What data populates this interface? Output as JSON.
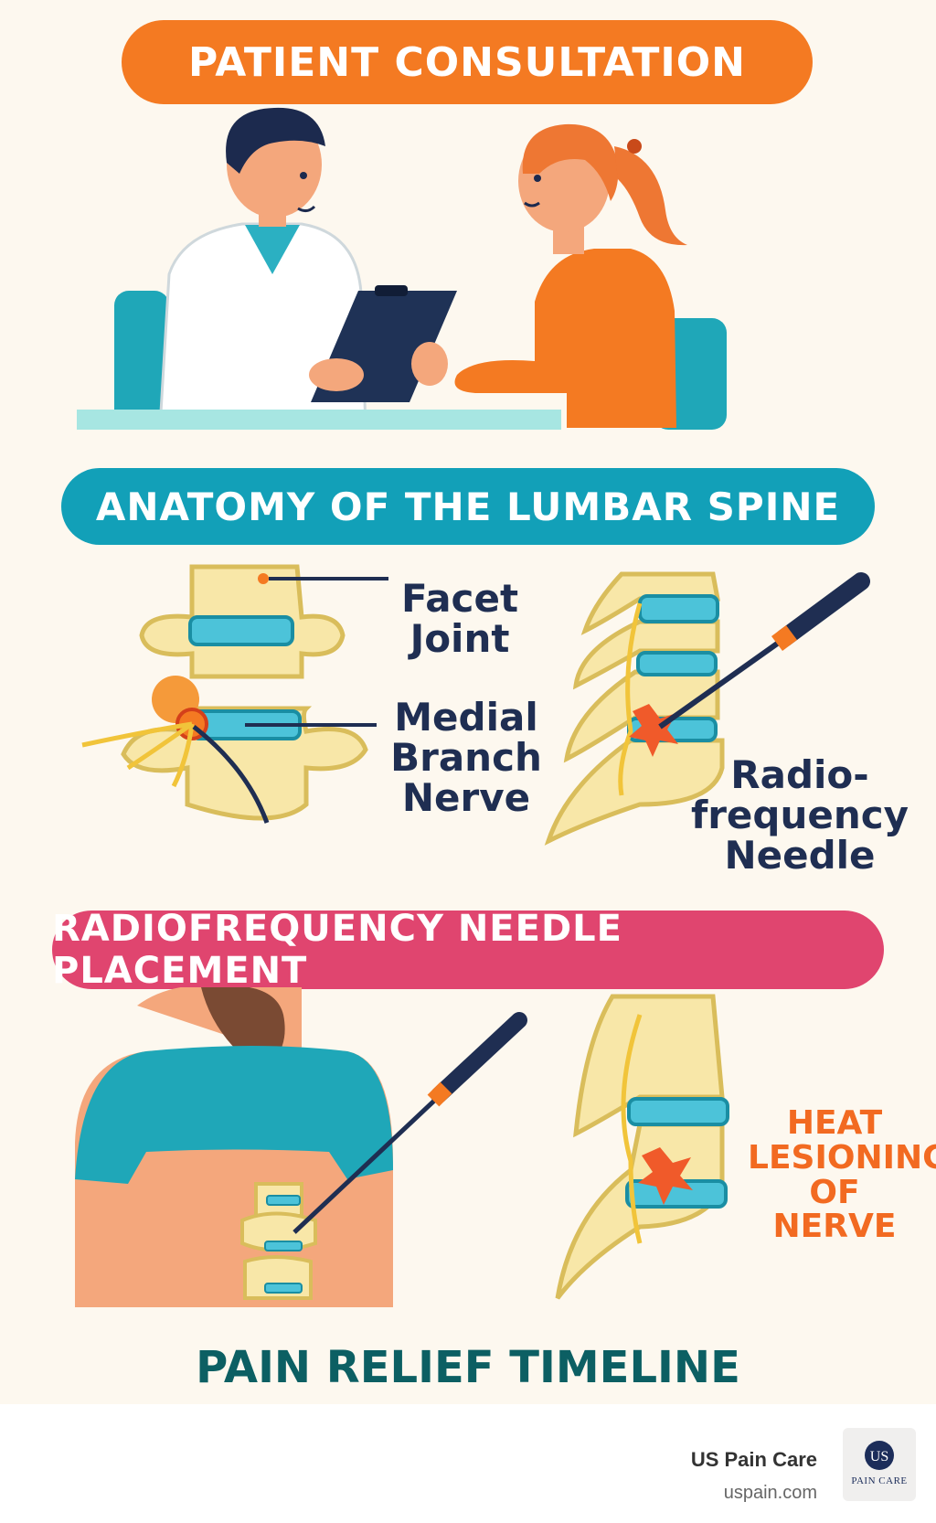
{
  "sections": {
    "consultation_title": "PATIENT CONSULTATION",
    "anatomy_title": "ANATOMY OF THE LUMBAR SPINE",
    "placement_title": "RADIOFREQUENCY NEEDLE PLACEMENT",
    "timeline_title": "PAIN RELIEF TIMELINE"
  },
  "labels": {
    "facet_joint": "Facet Joint",
    "medial_branch_nerve": "Medial Branch Nerve",
    "rf_needle": "Radio- frequency Needle",
    "heat_lesioning": "HEAT LESIONING OF NERVE"
  },
  "footer": {
    "brand": "US Pain Care",
    "url": "uspain.com",
    "logo_initials": "US",
    "logo_text": "PAIN CARE"
  },
  "colors": {
    "orange": "#f47a22",
    "teal": "#12a0b8",
    "pink": "#e0456f",
    "navy": "#1f2e52",
    "bone": "#f8e7a8",
    "disc": "#4cc3d9"
  }
}
